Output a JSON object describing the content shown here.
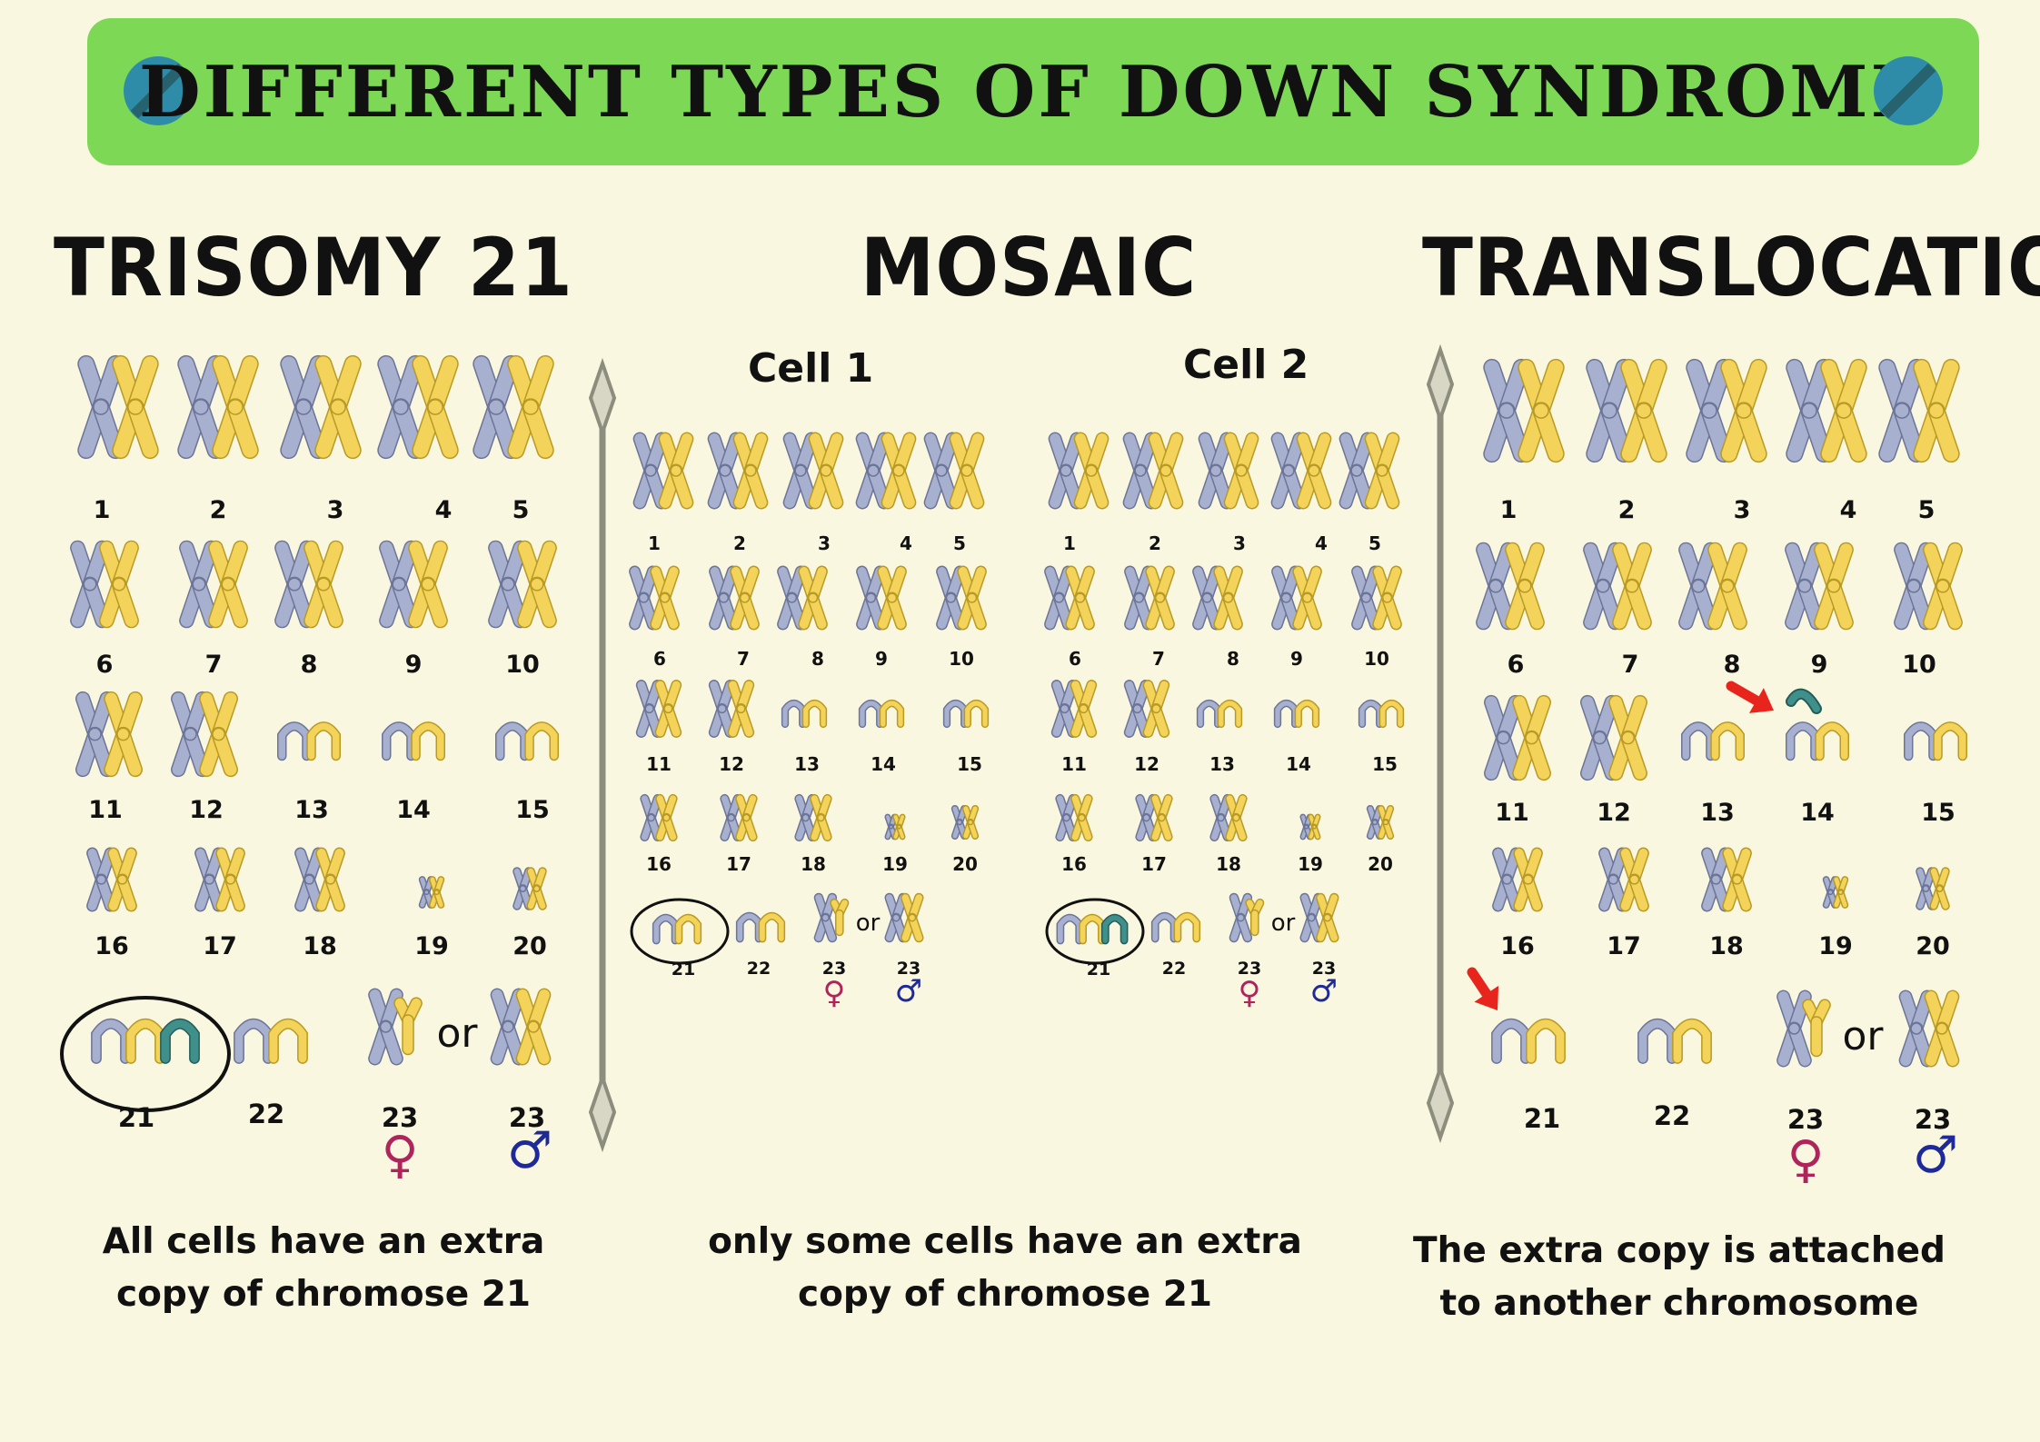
{
  "title": "DIFFERENT TYPES OF DOWN SYNDROME",
  "sections": {
    "trisomy": {
      "title": "TRISOMY 21",
      "caption_line1": "All cells have an extra",
      "caption_line2": "copy of chromose 21"
    },
    "mosaic": {
      "title": "MOSAIC",
      "cell1_label": "Cell 1",
      "cell2_label": "Cell 2",
      "caption_line1": "only some cells have an extra",
      "caption_line2": "copy of chromose 21"
    },
    "translocation": {
      "title": "TRANSLOCATION",
      "caption_line1": "The extra copy is attached",
      "caption_line2": "to another chromosome"
    }
  },
  "chromosome_numbers": [
    "1",
    "2",
    "3",
    "4",
    "5",
    "6",
    "7",
    "8",
    "9",
    "10",
    "11",
    "12",
    "13",
    "14",
    "15",
    "16",
    "17",
    "18",
    "19",
    "20",
    "21",
    "22",
    "23",
    "23"
  ],
  "or_text": "or",
  "symbols": {
    "female": "♀",
    "male": "♂"
  },
  "colors": {
    "banner": "#7dd855",
    "background": "#faf7e1",
    "chromosome_blue": "#a7b0cf",
    "chromosome_yellow": "#f4d35a",
    "chromosome_teal": "#3f8f8b",
    "female": "#b0245c",
    "male": "#1f2a9a",
    "arrow": "#e8251c",
    "pill": "#2f8ca8"
  }
}
